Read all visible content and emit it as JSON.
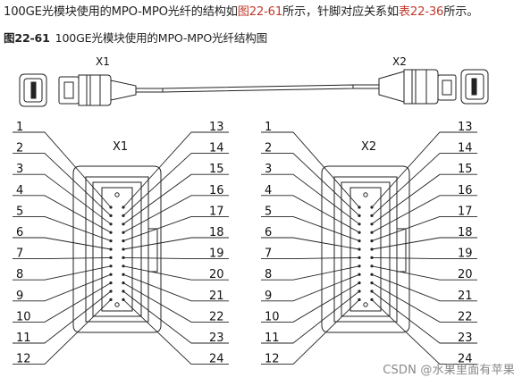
{
  "intro": {
    "prefix": "100GE光模块使用的MPO-MPO光纤的结构如",
    "link1": "图22-61",
    "middle": "所示，针脚对应关系如",
    "link2": "表22-36",
    "suffix": "所示。"
  },
  "caption": {
    "number": "图22-61",
    "title": "100GE光模块使用的MPO-MPO光纤结构图"
  },
  "cable": {
    "left_label": "X1",
    "right_label": "X2"
  },
  "connectors": [
    {
      "label": "X1",
      "left_pins": [
        "1",
        "2",
        "3",
        "4",
        "5",
        "6",
        "7",
        "8",
        "9",
        "10",
        "11",
        "12"
      ],
      "right_pins": [
        "13",
        "14",
        "15",
        "16",
        "17",
        "18",
        "19",
        "20",
        "21",
        "22",
        "23",
        "24"
      ]
    },
    {
      "label": "X2",
      "left_pins": [
        "1",
        "2",
        "3",
        "4",
        "5",
        "6",
        "7",
        "8",
        "9",
        "10",
        "11",
        "12"
      ],
      "right_pins": [
        "13",
        "14",
        "15",
        "16",
        "17",
        "18",
        "19",
        "20",
        "21",
        "22",
        "23",
        "24"
      ]
    }
  ],
  "watermark": "CSDN @水果里面有苹果"
}
